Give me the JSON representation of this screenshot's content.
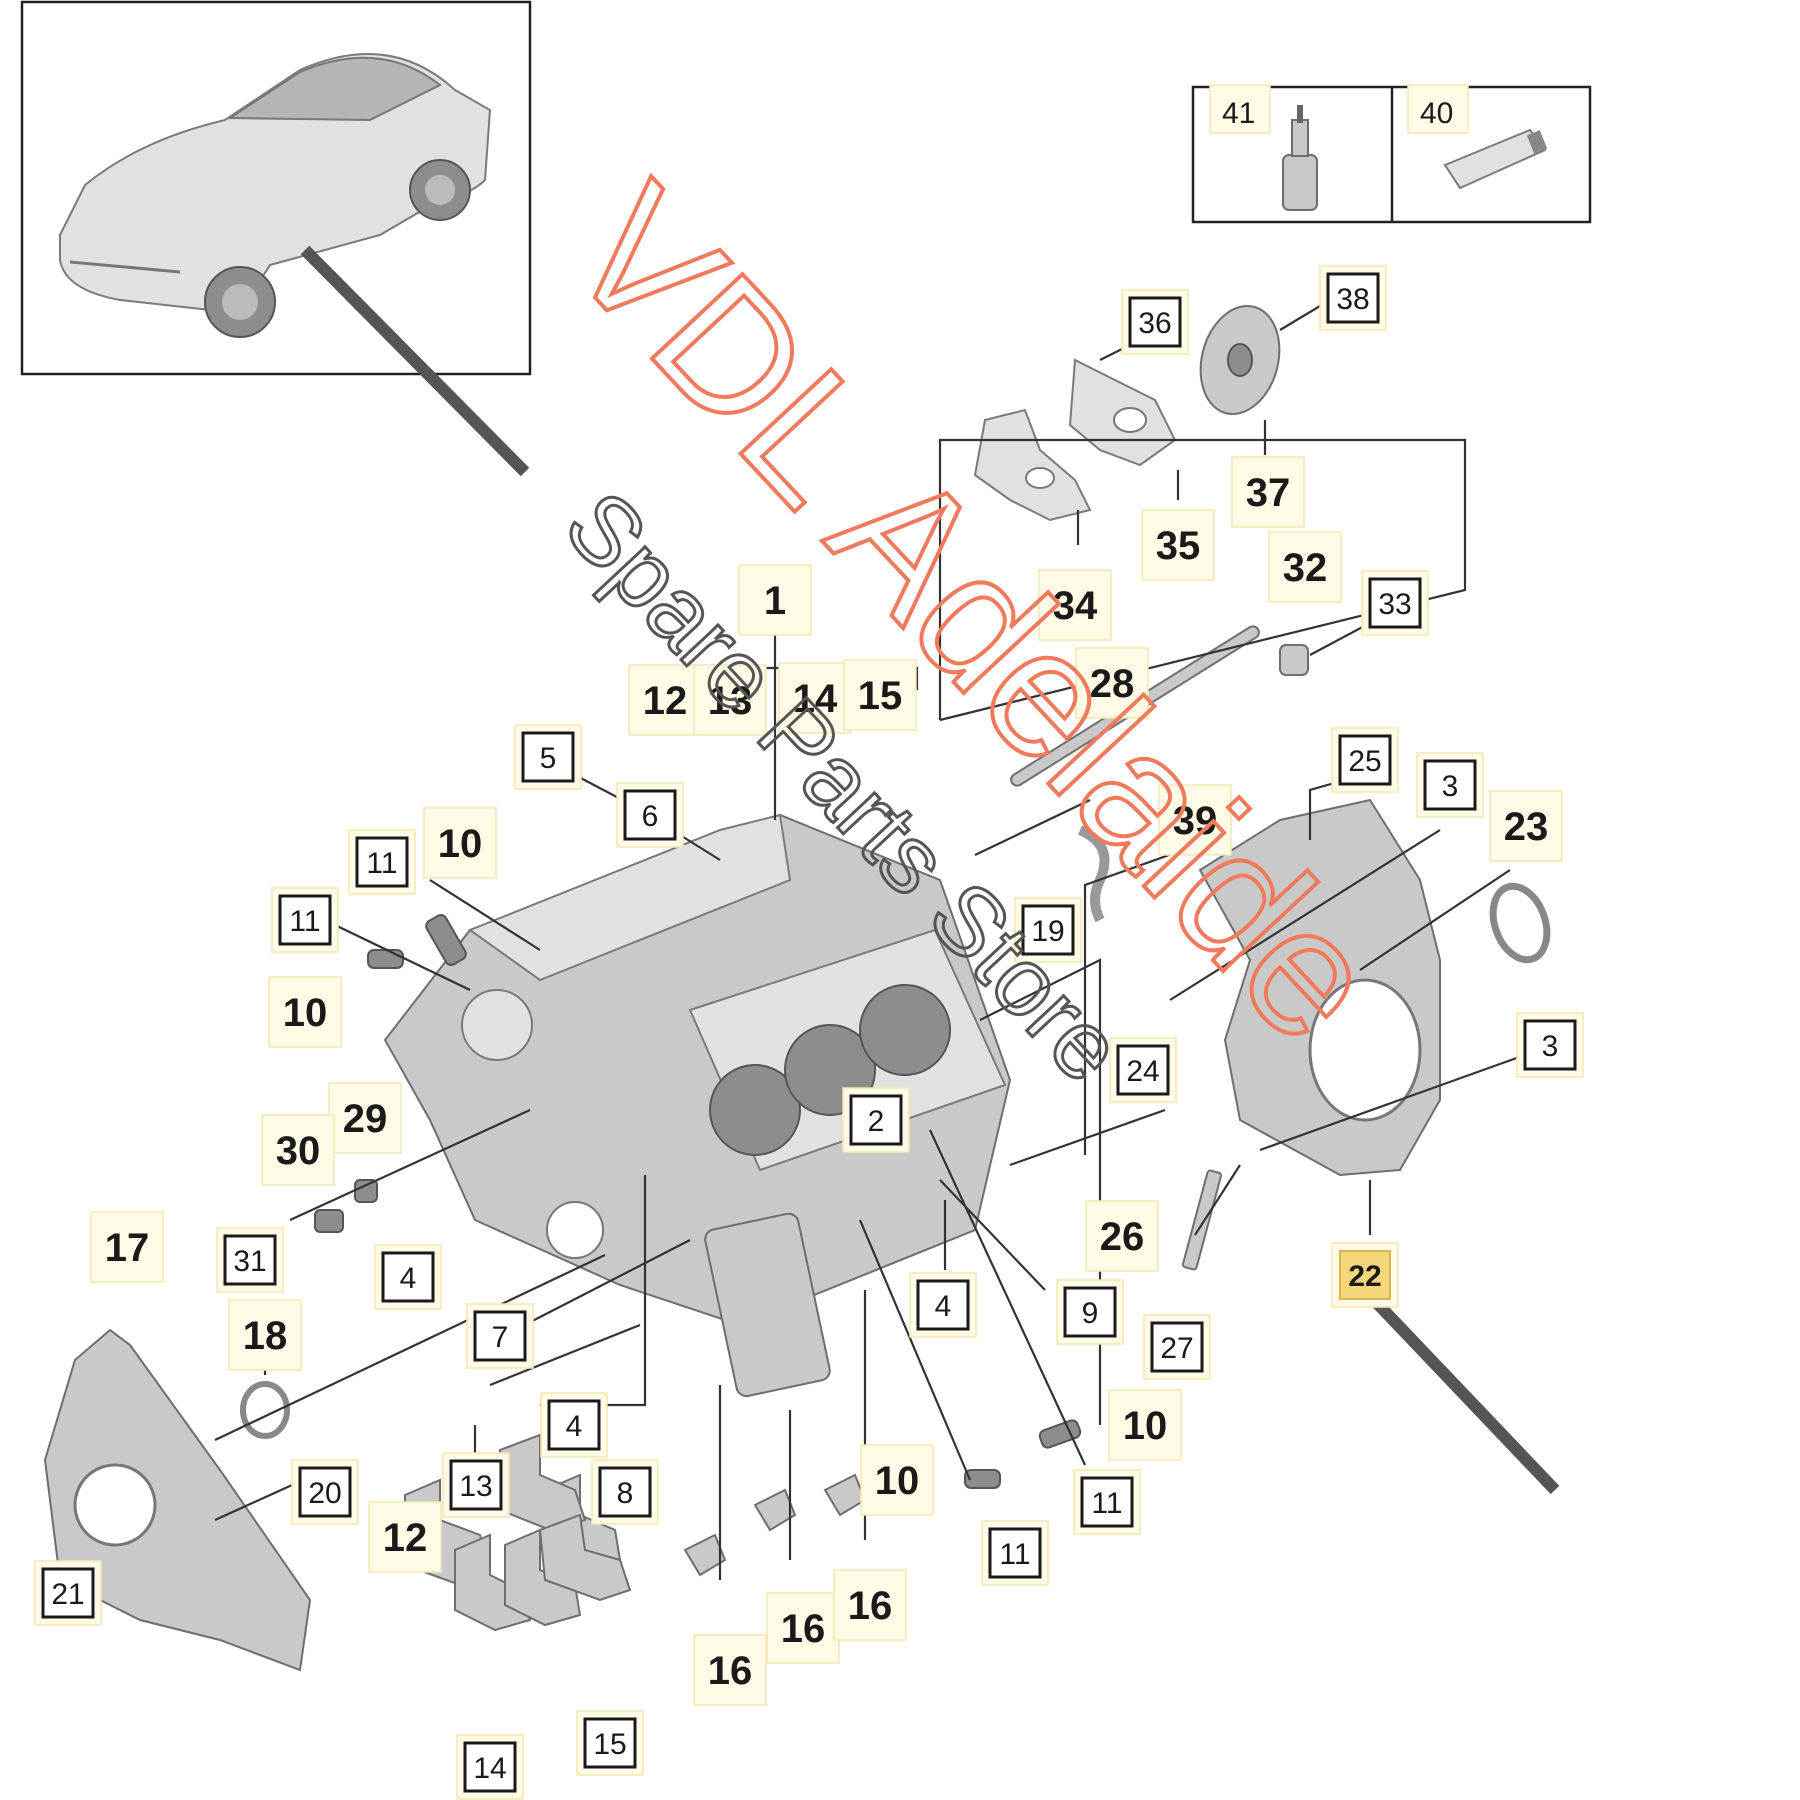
{
  "watermark": {
    "primary": "VDL Adelaide",
    "secondary": "Spare Parts Store",
    "primary_color": "#ef7b5c",
    "secondary_color": "#555555"
  },
  "highlight_color": "#f4d77a",
  "vehicle_thumbnail": {
    "icon": "car-suv-icon"
  },
  "accessory_box": [
    {
      "label": "41",
      "icon": "sealant-bottle-icon"
    },
    {
      "label": "40",
      "icon": "grease-tube-icon"
    }
  ],
  "callouts": [
    {
      "label": "1"
    },
    {
      "label": "12"
    },
    {
      "label": "13"
    },
    {
      "label": "14"
    },
    {
      "label": "15"
    },
    {
      "label": "5"
    },
    {
      "label": "6"
    },
    {
      "label": "11"
    },
    {
      "label": "10"
    },
    {
      "label": "11"
    },
    {
      "label": "10"
    },
    {
      "label": "29"
    },
    {
      "label": "30"
    },
    {
      "label": "31"
    },
    {
      "label": "17"
    },
    {
      "label": "18"
    },
    {
      "label": "20"
    },
    {
      "label": "21"
    },
    {
      "label": "4"
    },
    {
      "label": "7"
    },
    {
      "label": "2"
    },
    {
      "label": "4"
    },
    {
      "label": "8"
    },
    {
      "label": "13"
    },
    {
      "label": "12"
    },
    {
      "label": "14"
    },
    {
      "label": "15"
    },
    {
      "label": "16"
    },
    {
      "label": "16"
    },
    {
      "label": "16"
    },
    {
      "label": "10"
    },
    {
      "label": "11"
    },
    {
      "label": "4"
    },
    {
      "label": "9"
    },
    {
      "label": "10"
    },
    {
      "label": "11"
    },
    {
      "label": "19"
    },
    {
      "label": "24"
    },
    {
      "label": "26"
    },
    {
      "label": "27"
    },
    {
      "label": "22",
      "highlighted": true
    },
    {
      "label": "3"
    },
    {
      "label": "3"
    },
    {
      "label": "23"
    },
    {
      "label": "25"
    },
    {
      "label": "39"
    },
    {
      "label": "28"
    },
    {
      "label": "34"
    },
    {
      "label": "35"
    },
    {
      "label": "36"
    },
    {
      "label": "37"
    },
    {
      "label": "38"
    },
    {
      "label": "32"
    },
    {
      "label": "33"
    }
  ]
}
